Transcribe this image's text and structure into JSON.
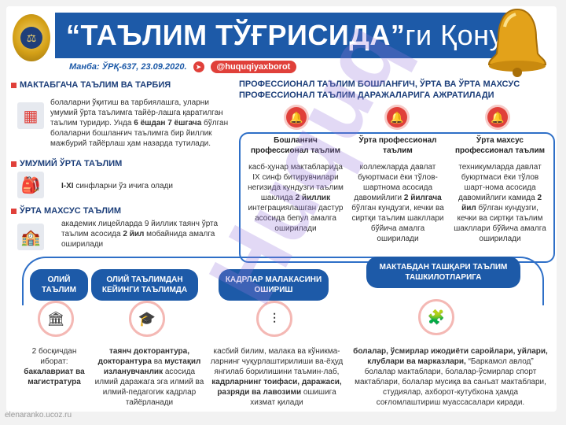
{
  "header": {
    "title_main": "“ТАЪЛИМ ТЎҒРИСИДА”",
    "title_suffix": "ги Қонун",
    "source": "Манба: ЎРҚ-637, 23.09.2020.",
    "handle": "@huquqiyaxborot",
    "emblem_icon": "emblem-icon",
    "bell_icon": "bell-icon"
  },
  "sections": {
    "preschool": {
      "title": "МАКТАБГАЧА ТАЪЛИМ ВА ТАРБИЯ",
      "text1": "болаларни ўқитиш ва тарбиялашга, уларни умумий ўрта таълимга тайёр-лашга қаратилган таълим туридир. Унда ",
      "bold": "6 ёшдан 7 ёшгача",
      "text2": " бўлган болаларни бошланғич таълимга бир йиллик мажбурий тайёрлаш ҳам назарда тутилади."
    },
    "general": {
      "title": "УМУМИЙ ЎРТА ТАЪЛИМ",
      "bold": "I-XI",
      "text": " синфларни ўз ичига олади"
    },
    "secondary_special": {
      "title": "ЎРТА МАХСУС ТАЪЛИМ",
      "text1": "академик лицейларда 9 йиллик таянч ўрта таълим асосида ",
      "bold": "2 йил",
      "text2": " мобайнида амалга оширилади"
    }
  },
  "professional": {
    "heading": "ПРОФЕССИОНАЛ ТАЪЛИМ БОШЛАНҒИЧ, ЎРТА ВА ЎРТА МАХСУС ПРОФЕССИОНАЛ ТАЪЛИМ ДАРАЖАЛАРИГА АЖРАТИЛАДИ",
    "columns": [
      {
        "title": "Бошланғич профессионал таълим",
        "text1": "касб-ҳунар мактабларида IX синф битирувчилари негизида кундузги таълим шаклида ",
        "bold": "2 йиллик",
        "text2": " интеграциялашган дастур асосида бепул амалга оширилади"
      },
      {
        "title": "Ўрта профессионал таълим",
        "text1": "коллежларда давлат буюртмаси ёки тўлов-шартнома асосида давомийлиги ",
        "bold": "2 йилгача",
        "text2": " бўлган кундузги, кечки ва сиртқи таълим шакллари бўйича амалга оширилади"
      },
      {
        "title": "Ўрта махсус профессионал таълим",
        "text1": "техникумларда давлат буюртмаси ёки тўлов шарт-нома асосида давомийлиги камида ",
        "bold": "2 йил",
        "text2": " бўлган кундузги, кечки ва сиртқи таълим шакллари бўйича амалга оширилади"
      }
    ]
  },
  "bottom": {
    "higher": {
      "title": "ОЛИЙ ТАЪЛИМ",
      "text1": "2 босқичдан иборат: ",
      "bold": "бакалавриат ва магистратура"
    },
    "postgrad": {
      "title": "ОЛИЙ ТАЪЛИМДАН КЕЙИНГИ ТАЪЛИМДА",
      "bold1": "таянч докторантура, докторантура",
      "text1": " ва ",
      "bold2": "мустақил изланувчанлик",
      "text2": " асосида илмий даражага эга илмий ва илмий-педагогик кадрлар тайёрланади"
    },
    "retraining": {
      "title": "КАДРЛАР МАЛАКАСИНИ ОШИРИШ",
      "text1": "касбий билим, малака ва кўникма-ларнинг чуқурлаштирилиши ва-ёҳуд янгилаб борилишини таъмин-лаб, ",
      "bold": "кадрларнинг тоифаси, даражаси, разряди ва лавозими",
      "text2": " ошишига хизмат қилади"
    },
    "extracurricular": {
      "title": "МАКТАБДАН ТАШҚАРИ ТАЪЛИМ ТАШКИЛОТЛАРИГА",
      "bold": "болалар, ўсмирлар ижодиёти саройлари, уйлари, клублари ва марказлари,",
      "text": " “Баркамол авлод” болалар мактаблари, болалар-ўсмирлар спорт мактаблари, болалар мусиқа ва санъат мактаблари, студиялар, ахборот-кутубхона ҳамда соғломлаштириш муассасалари киради."
    }
  },
  "footer": "elenaranko.ucoz.ru",
  "watermark": "Huquq",
  "colors": {
    "blue": "#1d5aa8",
    "red": "#e0403a",
    "navy": "#1d3f7a"
  }
}
